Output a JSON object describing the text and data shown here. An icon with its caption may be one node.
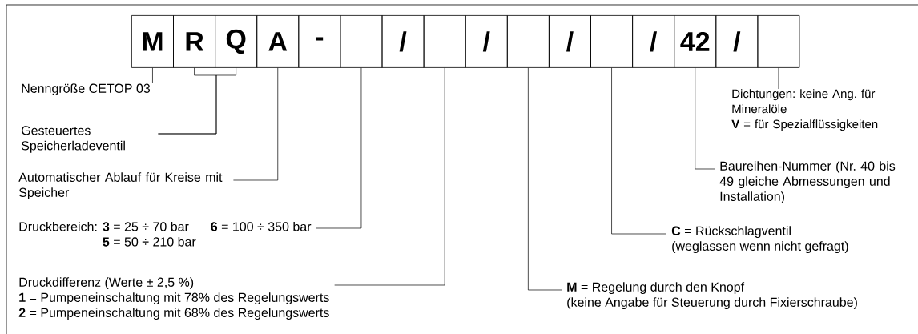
{
  "diagram": {
    "nodes": [
      {
        "text": [
          "M"
        ]
      },
      {
        "text": [
          "R"
        ]
      },
      {
        "text": [
          "Q"
        ]
      },
      {
        "text": [
          "A"
        ]
      },
      {
        "text": [
          "-"
        ]
      },
      {
        "text": [],
        "shape": "box"
      },
      {
        "text": [
          "/"
        ]
      },
      {
        "text": [],
        "shape": "box"
      },
      {
        "text": [
          "/"
        ]
      },
      {
        "text": [],
        "shape": "box"
      },
      {
        "text": [
          "/"
        ]
      },
      {
        "text": [],
        "shape": "box"
      },
      {
        "text": [
          "/"
        ]
      },
      {
        "text": [
          "42"
        ]
      },
      {
        "text": [
          "/"
        ]
      },
      {
        "text": [],
        "shape": "box"
      },
      {
        "text": [
          "Nenngröße CETOP 03"
        ]
      },
      {
        "text": [
          "Gesteuertes Speicherladeventil"
        ]
      },
      {
        "text": [
          "Automatischer Ablauf für Kreise mit Speicher"
        ]
      },
      {
        "text": [
          "Druckbereich:",
          "**3** = 25 ÷ 70 bar",
          "**5** = 50 ÷ 210 bar",
          "**6** = 100 ÷ 350 bar"
        ]
      },
      {
        "text": [
          "Druckdifferenz (Werte ± 2,5 %)",
          "**1** = Pumpeneinschaltung mit 78% des Regelungswerts",
          "**2** = Pumpeneinschaltung mit 68% des Regelungswerts"
        ]
      },
      {
        "text": [
          "**M** = Regelung durch den Knopf",
          "(keine Angabe für Steuerung durch Fixierschraube)"
        ]
      },
      {
        "text": [
          "**C** = Rückschlagventil",
          "(weglassen wenn nicht gefragt)"
        ]
      },
      {
        "text": [
          "Baureihen-Nummer (Nr. 40 bis 49 gleiche Abmessungen und Installation)"
        ]
      },
      {
        "text": [
          "Dichtungen: keine Ang. für Mineralöle",
          "**V** = für Spezialflüssigkeiten"
        ]
      }
    ],
    "edges": [
      {
        "from": 16,
        "to": 0,
        "arrow": "none"
      },
      {
        "from": 17,
        "to": 1,
        "arrow": "none"
      },
      {
        "from": 17,
        "to": 2,
        "arrow": "none"
      },
      {
        "from": 18,
        "to": 3,
        "arrow": "none"
      },
      {
        "from": 19,
        "to": 5,
        "arrow": "none"
      },
      {
        "from": 20,
        "to": 7,
        "arrow": "none"
      },
      {
        "from": 21,
        "to": 9,
        "arrow": "none"
      },
      {
        "from": 22,
        "to": 11,
        "arrow": "none"
      },
      {
        "from": 23,
        "to": 13,
        "arrow": "none"
      },
      {
        "from": 24,
        "to": 15,
        "arrow": "none"
      }
    ]
  }
}
